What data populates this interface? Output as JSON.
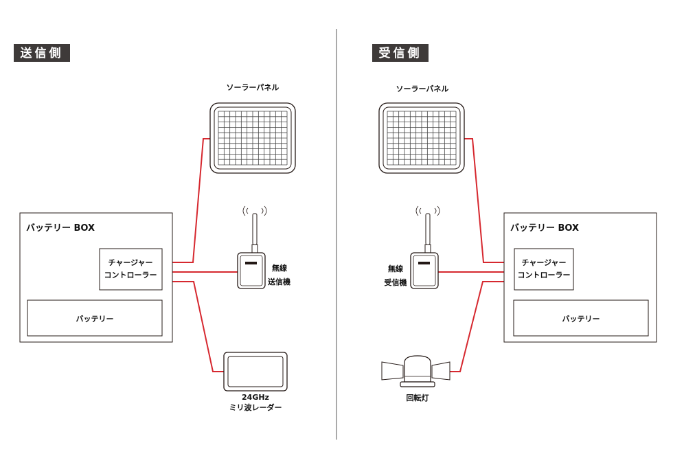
{
  "colors": {
    "wire": "#d6282f",
    "line": "#231815",
    "badge_bg": "#3e3a39",
    "badge_text": "#ffffff",
    "panel_grid": "#444444"
  },
  "sender": {
    "badge": "送信側",
    "solar_panel": "ソーラーパネル",
    "box_title": "バッテリー BOX",
    "controller_line1": "チャージャー",
    "controller_line2": "コントローラー",
    "battery": "バッテリー",
    "wireless_line1": "無線",
    "wireless_line2": "送信機",
    "radar_line1": "24GHz",
    "radar_line2": "ミリ波レーダー"
  },
  "receiver": {
    "badge": "受信側",
    "solar_panel": "ソーラーパネル",
    "box_title": "バッテリー BOX",
    "controller_line1": "チャージャー",
    "controller_line2": "コントローラー",
    "battery": "バッテリー",
    "wireless_line1": "無線",
    "wireless_line2": "受信機",
    "beacon": "回転灯"
  },
  "icons": {
    "solar": "solar-panel-icon",
    "antenna": "antenna-signal-icon",
    "radar": "radar-sensor-icon",
    "beacon": "rotating-beacon-icon"
  }
}
